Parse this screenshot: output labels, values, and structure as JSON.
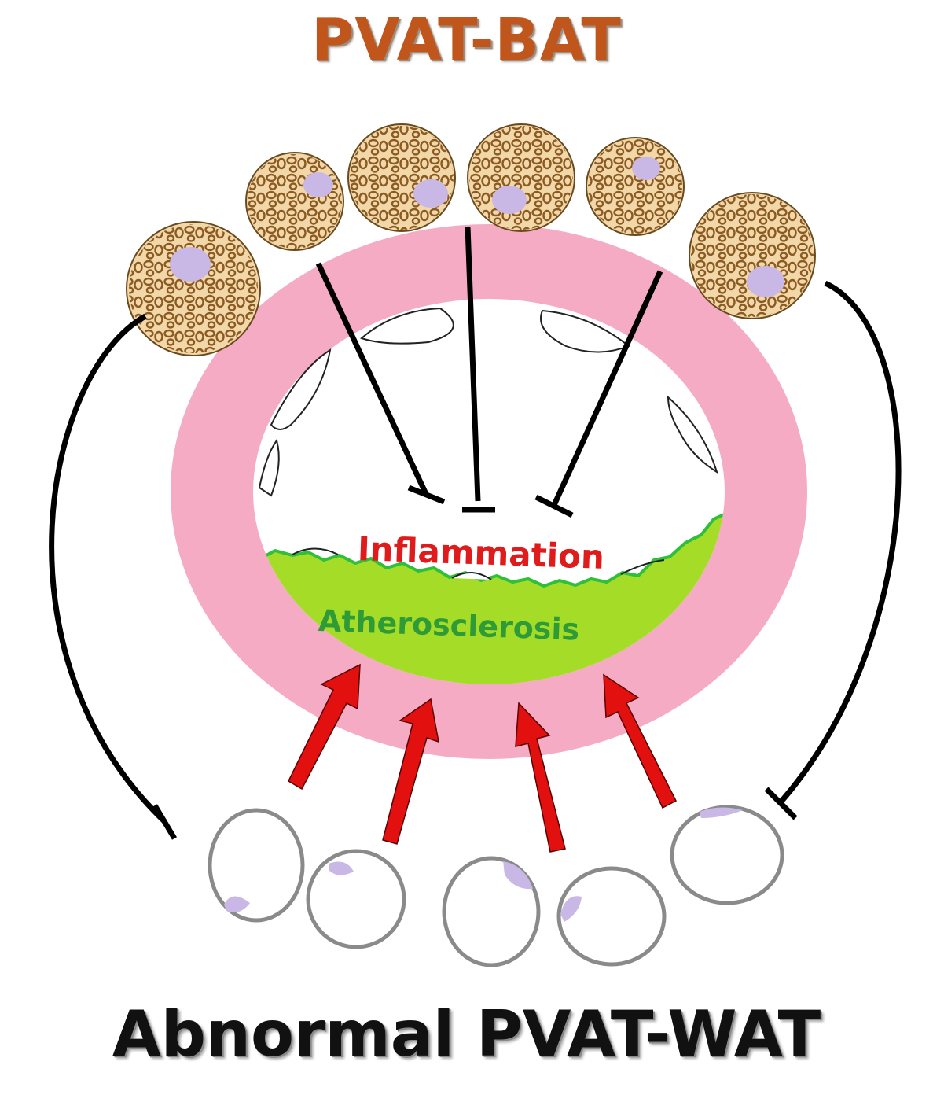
{
  "labels": {
    "top_title": "PVAT-BAT",
    "bottom_title": "Abnormal PVAT-WAT",
    "inflammation": "Inflammation",
    "atherosclerosis": "Atherosclerosis"
  },
  "colors": {
    "bat_title": "#c0561c",
    "wat_title": "#111111",
    "vessel_wall": "#f6abc5",
    "plaque": "#a5dc28",
    "plaque_edge": "#2fbf3a",
    "inflammation_text": "#e01b1b",
    "atherosclerosis_text": "#2e9b36",
    "promote_arrow": "#e31010",
    "inhibit_line": "#000000",
    "brown_cell_fill": "#f2d7a8",
    "brown_cell_droplet": "#8a5a22",
    "nucleus": "#c9b8e6",
    "white_cell_outline": "#8a8a8a"
  }
}
